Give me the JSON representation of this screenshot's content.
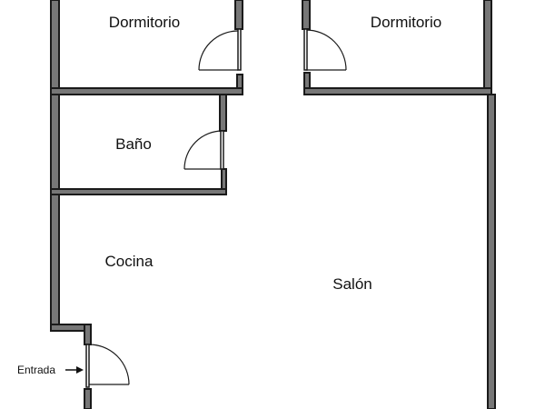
{
  "rooms": {
    "dormitorio_left": "Dormitorio",
    "dormitorio_right": "Dormitorio",
    "bano": "Baño",
    "cocina": "Cocina",
    "salon": "Salón"
  },
  "entrance": {
    "label": "Entrada"
  },
  "colors": {
    "wall_fill": "#777777",
    "wall_outline": "#1a1a1a",
    "background": "#ffffff"
  }
}
